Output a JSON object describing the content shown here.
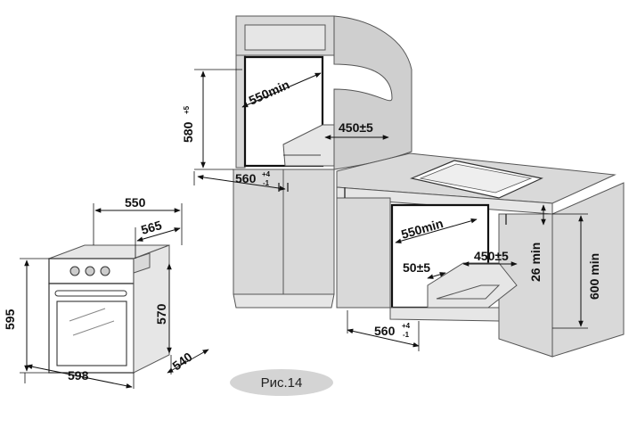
{
  "figure": {
    "caption": "Рис.14",
    "colors": {
      "cabinet": "#d9d9d9",
      "outline": "#555555",
      "niche": "#111111",
      "caption_bg": "#d4d4d4"
    }
  },
  "oven": {
    "dims": {
      "depth_total": "550",
      "depth_knobs": "565",
      "height": "595",
      "width": "598",
      "body_height": "570",
      "body_depth": "540"
    }
  },
  "upper_install": {
    "depth": "550min",
    "height": "580",
    "height_tol": "+5",
    "vent": "450±5",
    "width": "560",
    "width_tol_plus": "+4",
    "width_tol_minus": "-1"
  },
  "lower_install": {
    "depth": "550min",
    "vent": "450±5",
    "vent_front": "50±5",
    "gap": "26 min",
    "height": "600 min",
    "width": "560",
    "width_tol_plus": "+4",
    "width_tol_minus": "-1"
  }
}
